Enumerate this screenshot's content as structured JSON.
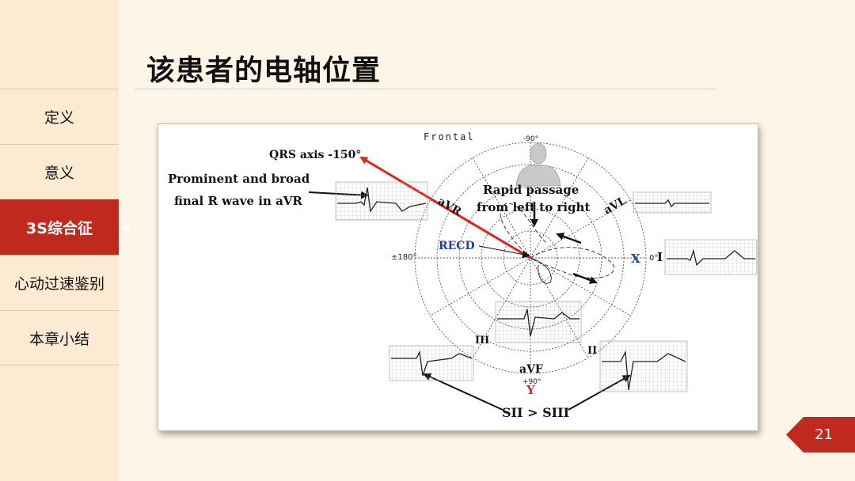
{
  "slide": {
    "title": "该患者的电轴位置",
    "page_number": "21"
  },
  "sidebar": {
    "items": [
      {
        "label": "定义",
        "active": false
      },
      {
        "label": "意义",
        "active": false
      },
      {
        "label": "3S综合征",
        "active": true
      },
      {
        "label": "心动过速鉴别",
        "active": false
      },
      {
        "label": "本章小结",
        "active": false
      }
    ]
  },
  "figure": {
    "frontal_label": "Frontal",
    "deg_minus90": "-90°",
    "deg_plus90": "+90°",
    "deg_180": "±180°",
    "deg_0": "0°",
    "qrs_axis": "QRS axis -150°",
    "prominent_line1": "Prominent and broad",
    "prominent_line2": "final R wave in aVR",
    "rapid_line1": "Rapid passage",
    "rapid_line2": "from left to right",
    "recd": "RECD",
    "lead_avr": "aVR",
    "lead_avl": "aVL",
    "lead_i": "I",
    "lead_ii": "II",
    "lead_iii": "III",
    "lead_avf": "aVF",
    "axis_x": "X",
    "axis_y": "Y",
    "sii_siii": "SII > SIII",
    "colors": {
      "arrow_red": "#e0231b",
      "recd_blue": "#1f3fa8",
      "axis_x_blue": "#1f3fa8",
      "axis_y_red": "#e0231b"
    }
  }
}
